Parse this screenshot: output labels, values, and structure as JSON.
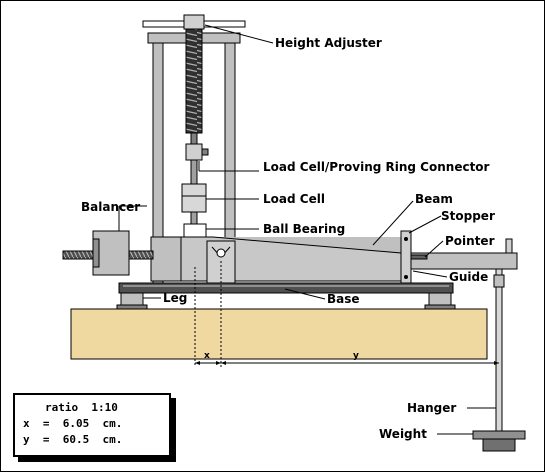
{
  "labels": {
    "height_adjuster": "Height Adjuster",
    "load_cell_connector": "Load Cell/Proving Ring Connector",
    "load_cell": "Load Cell",
    "ball_bearing": "Ball Bearing",
    "balancer": "Balancer",
    "beam": "Beam",
    "stopper": "Stopper",
    "pointer": "Pointer",
    "guide": "Guide",
    "leg": "Leg",
    "base": "Base",
    "hanger": "Hanger",
    "weight": "Weight"
  },
  "dimensions": {
    "x_marker": "x",
    "y_marker": "y"
  },
  "ratio_box": {
    "ratio_line": "ratio  1:10",
    "x_line": "x  =  6.05  cm.",
    "y_line": "y  =  60.5  cm."
  },
  "colors": {
    "metal_light": "#c0c0c0",
    "metal_mid": "#a0a0a0",
    "metal_dark": "#606060",
    "table": "#f0d9a0",
    "outline": "#000000"
  }
}
